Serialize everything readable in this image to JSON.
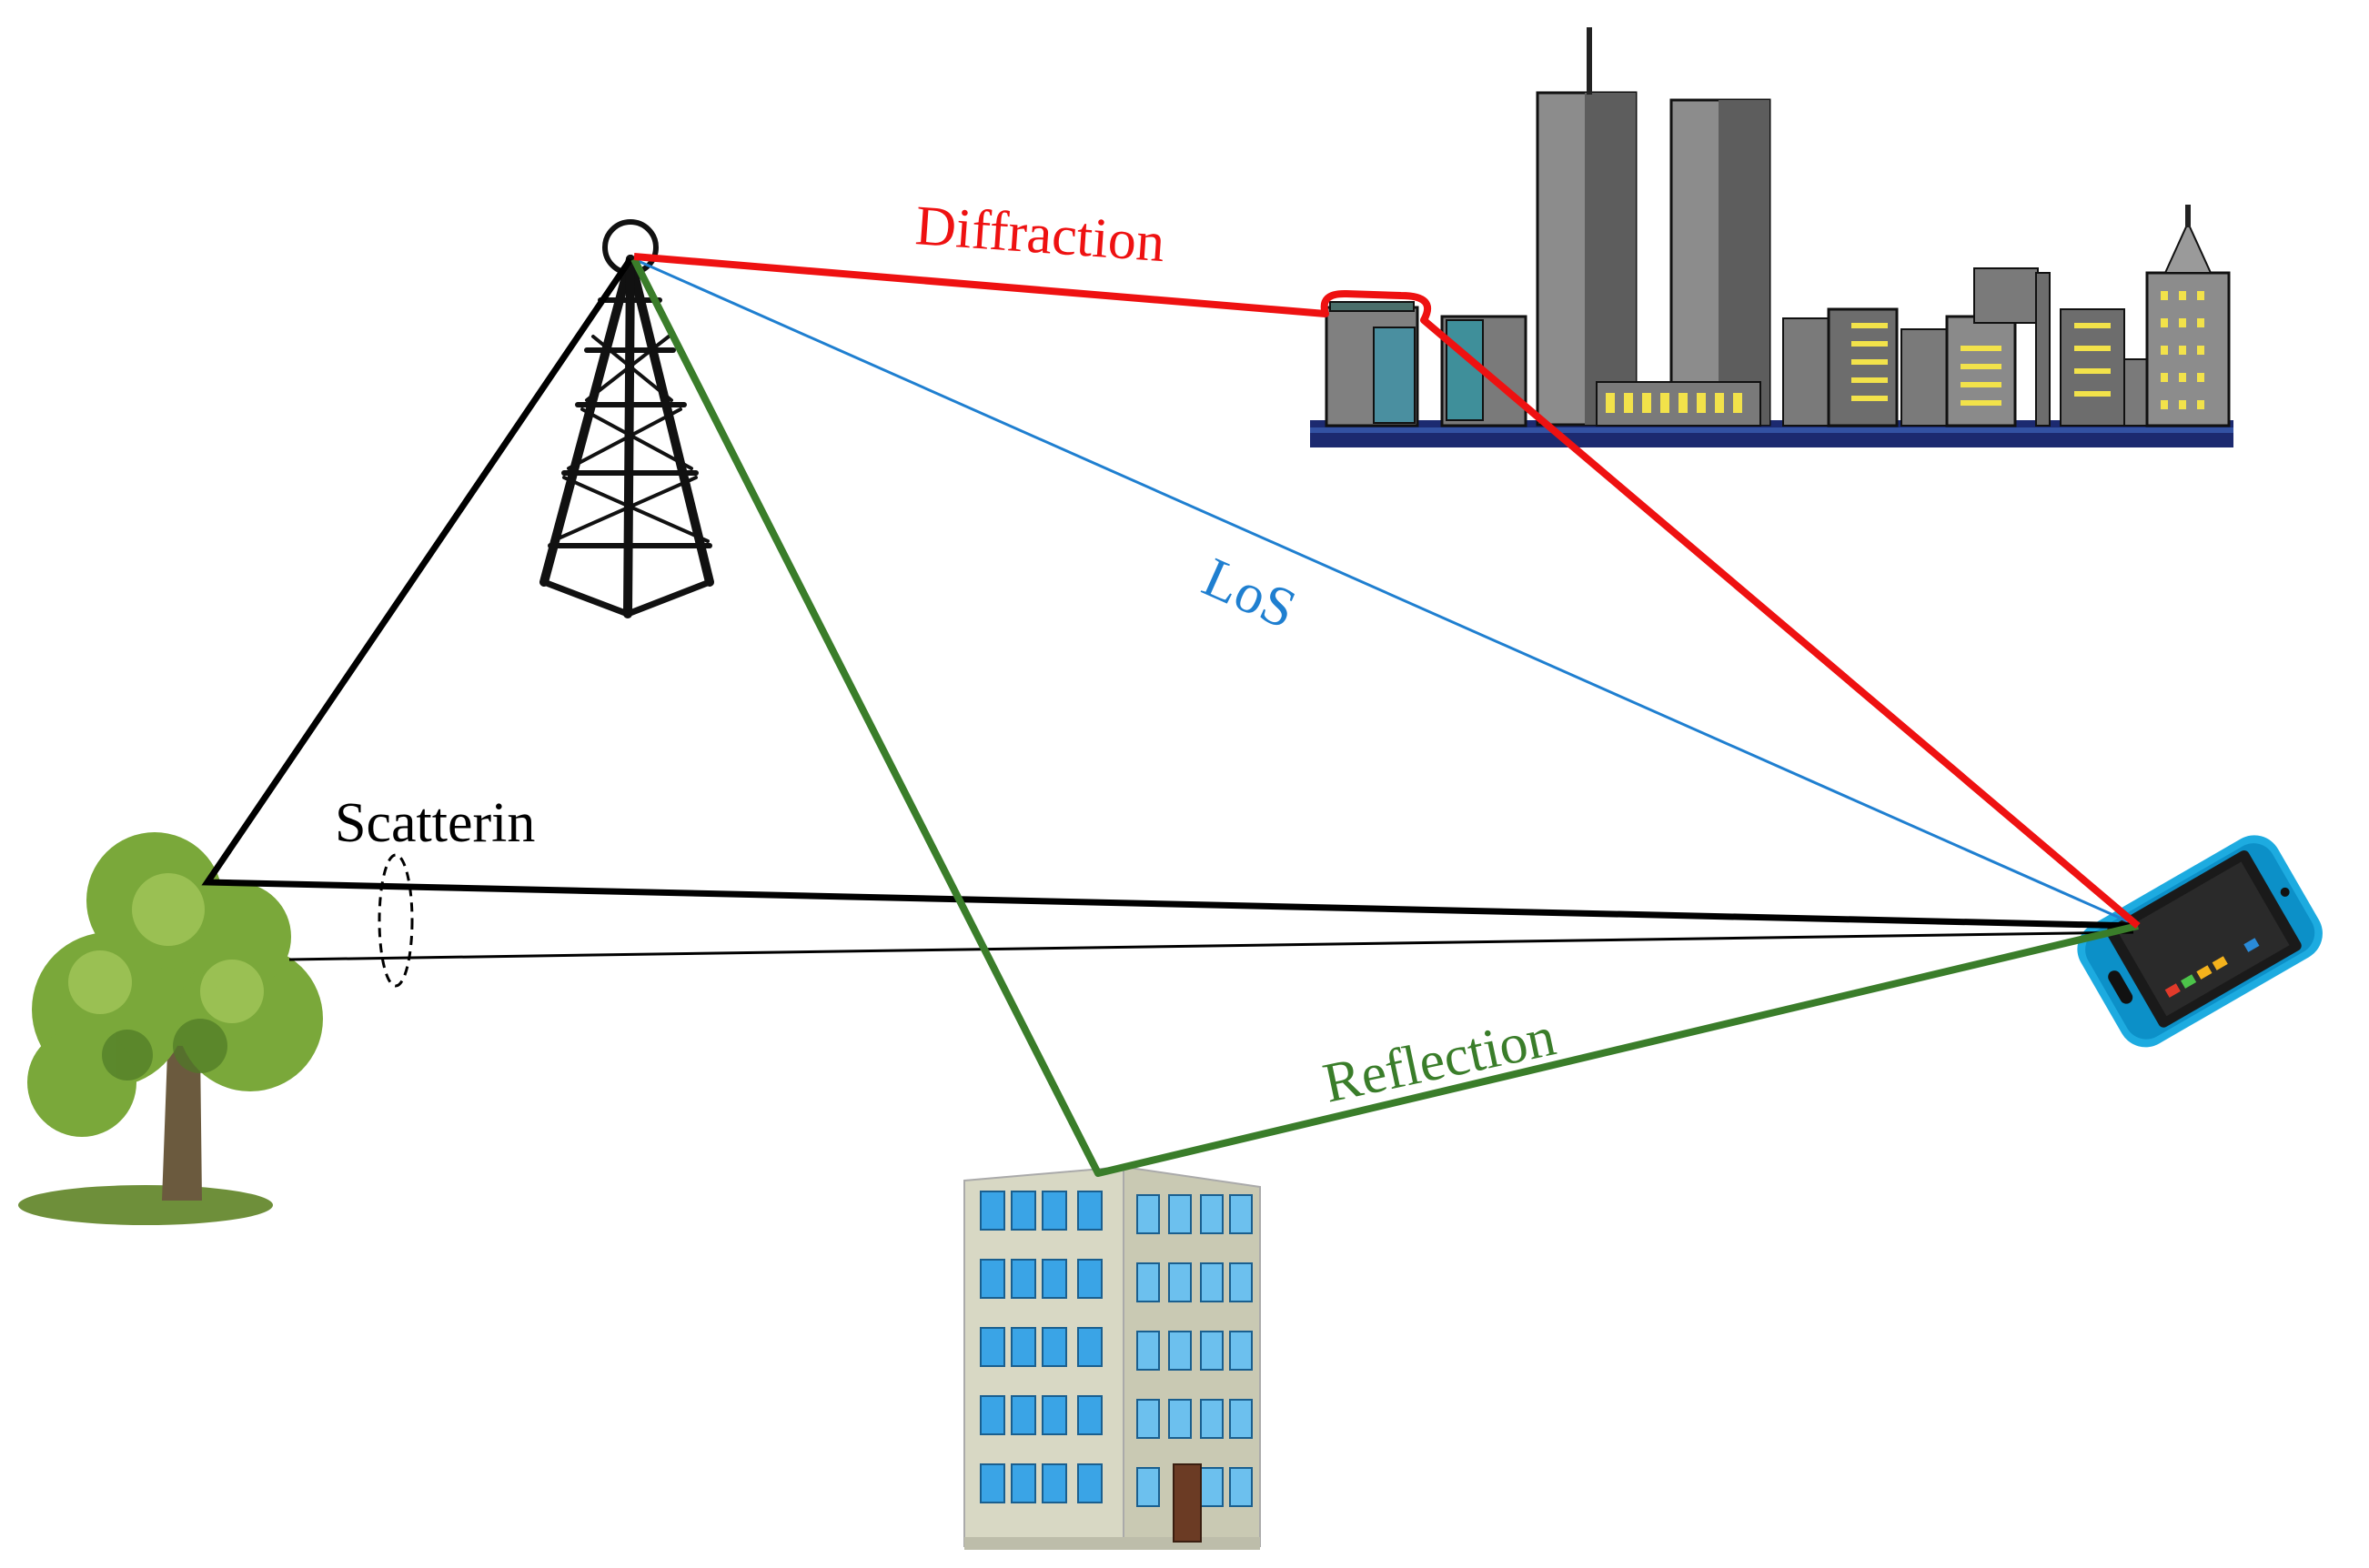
{
  "labels": {
    "diffraction": "Diffraction",
    "los": "LoS",
    "scattering": "Scatterin",
    "reflection": "Reflection"
  },
  "colors": {
    "diffraction": "#ee1111",
    "los": "#1f7fd0",
    "scattering": "#000000",
    "reflection": "#3a7d2a"
  },
  "icons": [
    "tower-icon",
    "city-skyline-icon",
    "tree-icon",
    "office-building-icon",
    "smartphone-icon"
  ]
}
